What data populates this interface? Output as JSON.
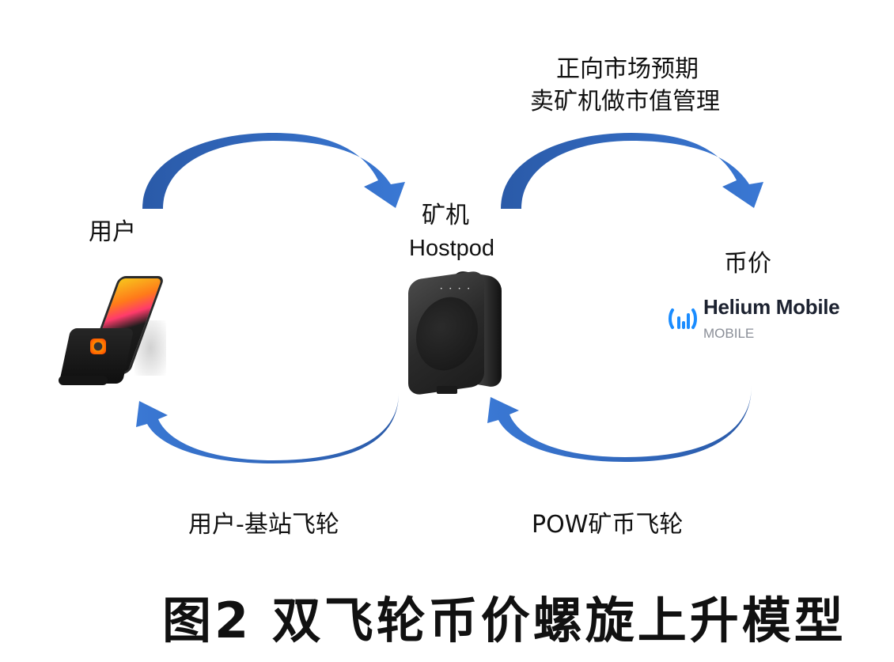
{
  "labels": {
    "user": "用户",
    "miner_cn": "矿机",
    "miner_en": "Hostpod",
    "coin_price": "币价",
    "market_line1": "正向市场预期",
    "market_line2": "卖矿机做市值管理",
    "left_flywheel": "用户-基站飞轮",
    "right_flywheel": "POW矿币飞轮"
  },
  "caption": "图2 双飞轮币价螺旋上升模型",
  "brand": {
    "name": "Helium Mobile",
    "sub": "MOBILE",
    "mark_color": "#1a8cff"
  },
  "device": {
    "leds": "• • • •"
  },
  "colors": {
    "arrow_light": "#3a78d4",
    "arrow_dark": "#2a5aa8"
  },
  "arrows": [
    {
      "id": "users-to-miner",
      "direction": "clockwise-top"
    },
    {
      "id": "miner-to-users",
      "direction": "counterclockwise-bottom"
    },
    {
      "id": "miner-to-price",
      "direction": "clockwise-top"
    },
    {
      "id": "price-to-miner",
      "direction": "counterclockwise-bottom"
    }
  ]
}
